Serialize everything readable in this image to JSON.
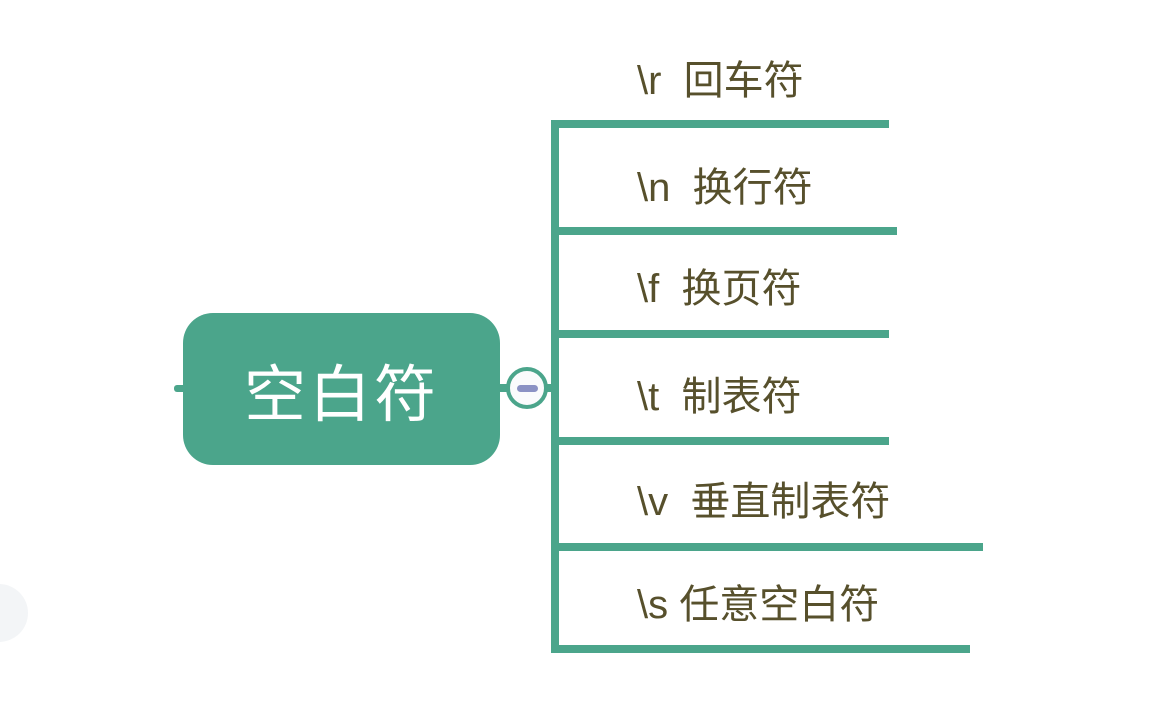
{
  "diagram": {
    "type": "mind-map",
    "root_node": {
      "label": "空白符"
    },
    "collapse_button": {
      "icon": "minus-icon",
      "state": "expanded"
    },
    "branches": [
      {
        "label": "\\r  回车符"
      },
      {
        "label": "\\n  换行符"
      },
      {
        "label": "\\f  换页符"
      },
      {
        "label": "\\t  制表符"
      },
      {
        "label": "\\v  垂直制表符"
      },
      {
        "label": "\\s 任意空白符"
      }
    ],
    "colors": {
      "branch_line": "#4BA58B",
      "root_node_bg": "#4BA58B",
      "root_node_text": "#FFFFFF",
      "branch_text": "#57502C",
      "collapse_minus": "#8B92C4",
      "collapse_fill": "#FAFBFC",
      "background": "#FFFFFF"
    }
  }
}
